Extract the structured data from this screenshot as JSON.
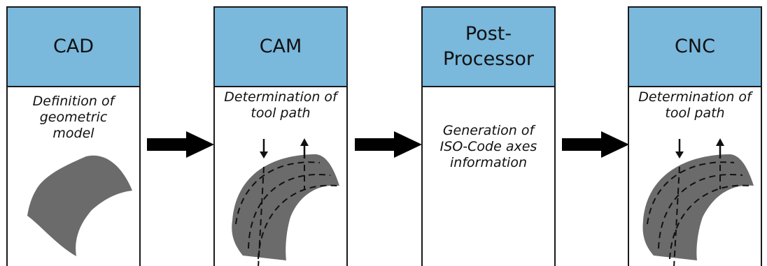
{
  "colors": {
    "header_fill": "#7ab8dc",
    "shape_fill": "#6b6b6b",
    "outline": "#1a1a1a"
  },
  "panels": [
    {
      "title": "CAD",
      "description": "Definition of geometric model"
    },
    {
      "title": "CAM",
      "description": "Determination of tool path"
    },
    {
      "title": "Post-Processor",
      "description": "Generation of ISO-Code axes information"
    },
    {
      "title": "CNC",
      "description": "Determination of tool path"
    }
  ],
  "icons": [
    "right-arrow-icon",
    "down-arrow-icon",
    "up-arrow-icon"
  ]
}
